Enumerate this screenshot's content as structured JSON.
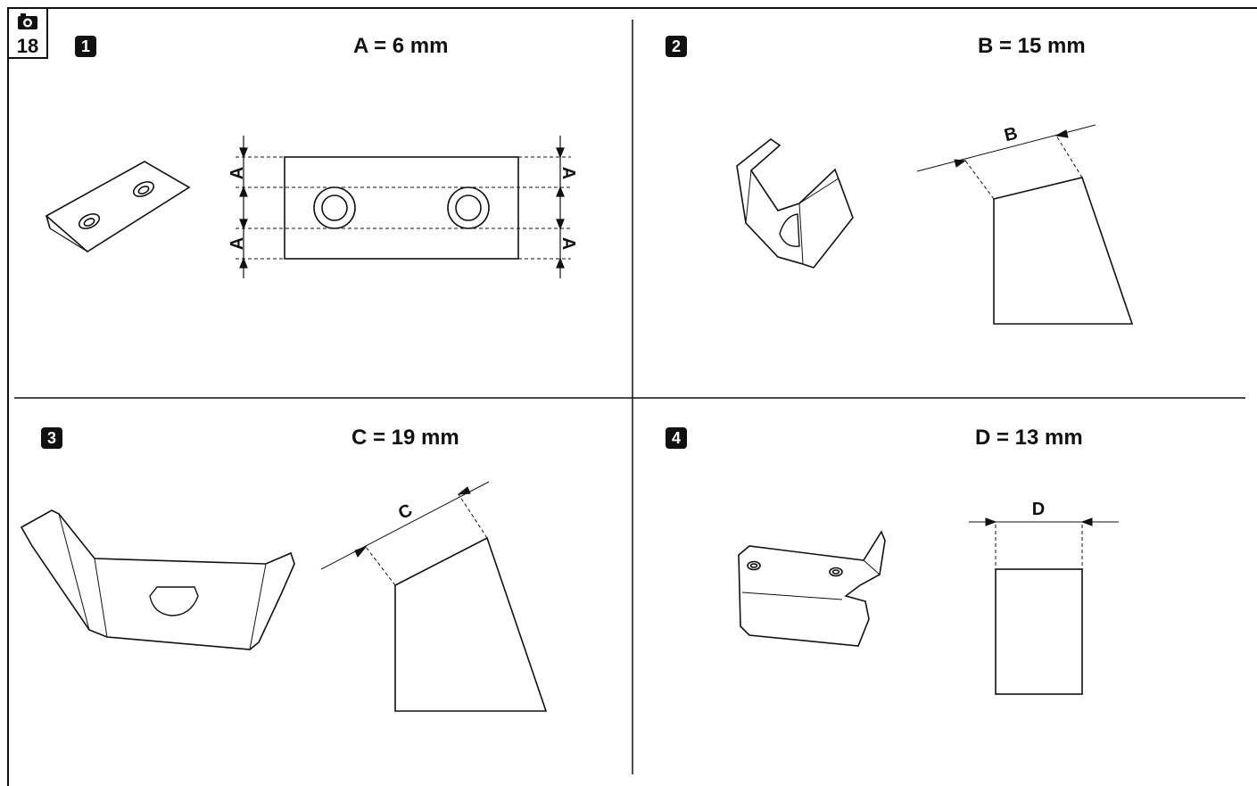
{
  "figure": {
    "number": "18",
    "icon": "camera-icon"
  },
  "panels": [
    {
      "step": "1",
      "dimension": "A = 6 mm",
      "letter": "A"
    },
    {
      "step": "2",
      "dimension": "B = 15 mm",
      "letter": "B"
    },
    {
      "step": "3",
      "dimension": "C = 19 mm",
      "letter": "C"
    },
    {
      "step": "4",
      "dimension": "D = 13 mm",
      "letter": "D"
    }
  ]
}
